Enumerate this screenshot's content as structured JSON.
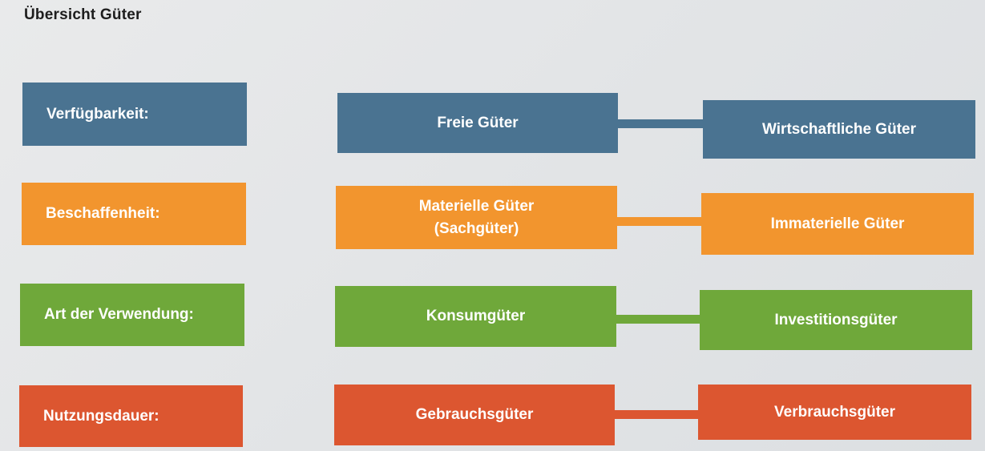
{
  "title": "Übersicht Güter",
  "rows": [
    {
      "label": "Verfügbarkeit:",
      "left": "Freie Güter",
      "right": "Wirtschaftliche Güter",
      "color": "#4a7391"
    },
    {
      "label": "Beschaffenheit:",
      "left": "Materielle Güter\n(Sachgüter)",
      "right": "Immaterielle Güter",
      "color": "#f2952e"
    },
    {
      "label": "Art der Verwendung:",
      "left": "Konsumgüter",
      "right": "Investitionsgüter",
      "color": "#6fa83a"
    },
    {
      "label": "Nutzungsdauer:",
      "left": "Gebrauchsgüter",
      "right": "Verbrauchsgüter",
      "color": "#dc5630"
    }
  ]
}
